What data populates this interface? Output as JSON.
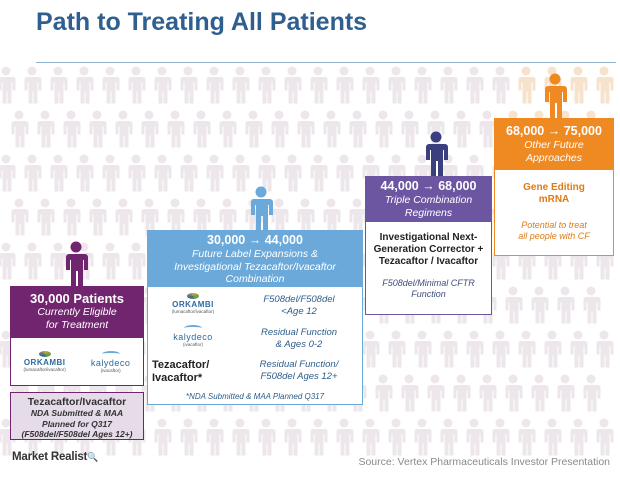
{
  "title": "Path to Treating All Patients",
  "boxes": {
    "current": {
      "header": "30,000 Patients",
      "subheader_line1": "Currently Eligible",
      "subheader_line2": "for Treatment",
      "logos": [
        "ORKAMBI",
        "kalydeco"
      ],
      "logo_subs": [
        "(lumacaftor/ivacaftor)",
        "(ivacaftor)"
      ],
      "note_title": "Tezacaftor/Ivacaftor",
      "note_lines": [
        "NDA Submitted & MAA",
        "Planned for Q317",
        "(F508del/F508del Ages 12+)"
      ],
      "color": "#72256f"
    },
    "label_expansion": {
      "header": "30,000 → 44,000",
      "subheader_lines": [
        "Future Label Expansions &",
        "Investigational Tezacaftor/Ivacaftor",
        "Combination"
      ],
      "rows": [
        {
          "logo": "ORKAMBI",
          "logo_sub": "(lumacaftor/ivacaftor)",
          "lines": [
            "F508del/F508del",
            "<Age 12"
          ]
        },
        {
          "logo": "kalydeco",
          "logo_sub": "(ivacaftor)",
          "lines": [
            "Residual Function",
            "& Ages 0-2"
          ]
        },
        {
          "drug_lines": [
            "Tezacaftor/",
            "Ivacaftor*"
          ],
          "lines": [
            "Residual Function/",
            "F508del Ages 12+"
          ]
        }
      ],
      "footnote": "*NDA Submitted & MAA Planned Q317",
      "color": "#6aa9d9"
    },
    "triple": {
      "header": "44,000 → 68,000",
      "subheader_lines": [
        "Triple Combination",
        "Regimens"
      ],
      "body_bold_lines": [
        "Investigational Next-",
        "Generation Corrector +",
        "Tezacaftor / Ivacaftor"
      ],
      "body_italic_lines": [
        "F508del/Minimal CFTR",
        "Function"
      ],
      "color": "#6c56a2"
    },
    "future": {
      "header": "68,000 → 75,000",
      "subheader_lines": [
        "Other Future",
        "Approaches"
      ],
      "body_bold_lines": [
        "Gene Editing",
        "mRNA"
      ],
      "body_italic_lines": [
        "Potential to treat",
        "all people with CF"
      ],
      "color": "#ef8a22"
    }
  },
  "brand": {
    "name": "Market Realist",
    "mark": "🔍"
  },
  "source": "Source: Vertex Pharmaceuticals Investor Presentation",
  "colors": {
    "title": "#2f5f8e",
    "crowd": "#ede7ec",
    "crowd_orange": "#f7e3cc"
  }
}
